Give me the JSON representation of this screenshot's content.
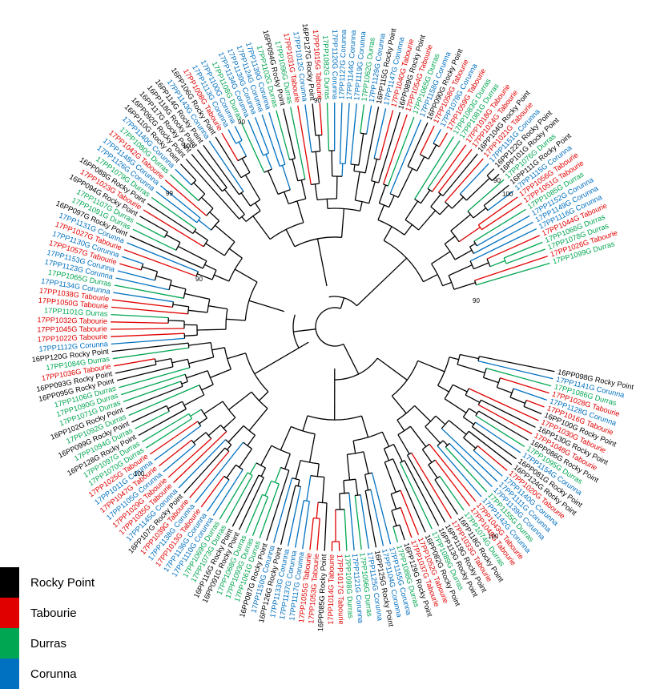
{
  "colors": {
    "rocky": "#000000",
    "tabourie": "#e10000",
    "durras": "#00a651",
    "corunna": "#0070c0"
  },
  "legend": [
    {
      "label": "Rocky Point",
      "key": "rocky"
    },
    {
      "label": "Tabourie",
      "key": "tabourie"
    },
    {
      "label": "Durras",
      "key": "durras"
    },
    {
      "label": "Corunna",
      "key": "corunna"
    }
  ],
  "bootstrap_labels": [
    {
      "text": "90",
      "id": "inner-left"
    },
    {
      "text": "90",
      "id": "right-clade"
    },
    {
      "text": "90",
      "id": "top-a"
    },
    {
      "text": "90",
      "id": "top-b"
    },
    {
      "text": "100",
      "id": "upper-left"
    },
    {
      "text": "99",
      "id": "left"
    },
    {
      "text": "90",
      "id": "upper-right-a"
    },
    {
      "text": "100",
      "id": "upper-right-b"
    },
    {
      "text": "100",
      "id": "lower-left"
    },
    {
      "text": "100",
      "id": "lower-right"
    }
  ],
  "leaves": [
    {
      "name": "17PP1099G Durras",
      "pop": "durras"
    },
    {
      "name": "17PP1026G Tabourie",
      "pop": "tabourie"
    },
    {
      "name": "17PP1078G Durras",
      "pop": "durras"
    },
    {
      "name": "17PP1066G Durras",
      "pop": "durras"
    },
    {
      "name": "17PP1044G Tabourie",
      "pop": "tabourie"
    },
    {
      "name": "17PP1116G Corunna",
      "pop": "corunna"
    },
    {
      "name": "17PP1149G Corunna",
      "pop": "corunna"
    },
    {
      "name": "17PP1152G Corunna",
      "pop": "corunna"
    },
    {
      "name": "17PP1085G Durras",
      "pop": "durras"
    },
    {
      "name": "17PP1051G Tabourie",
      "pop": "tabourie"
    },
    {
      "name": "17PP1056G Tabourie",
      "pop": "tabourie"
    },
    {
      "name": "17PP1115G Corunna",
      "pop": "corunna"
    },
    {
      "name": "16PP111G Rocky Point",
      "pop": "rocky"
    },
    {
      "name": "17PP1076G Durras",
      "pop": "durras"
    },
    {
      "name": "16PP101G Rocky Point",
      "pop": "rocky"
    },
    {
      "name": "16PP122G Rocky Point",
      "pop": "rocky"
    },
    {
      "name": "17PP1151G Corunna",
      "pop": "corunna"
    },
    {
      "name": "17PP1021G Tabourie",
      "pop": "tabourie"
    },
    {
      "name": "16PP104G Rocky Point",
      "pop": "rocky"
    },
    {
      "name": "17PP1024G Tabourie",
      "pop": "tabourie"
    },
    {
      "name": "17PP1018G Tabourie",
      "pop": "tabourie"
    },
    {
      "name": "17PP1081G Durras",
      "pop": "durras"
    },
    {
      "name": "17PP1083G Durras",
      "pop": "durras"
    },
    {
      "name": "17PP1059G Tabourie",
      "pop": "tabourie"
    },
    {
      "name": "17PP1078G Corunna",
      "pop": "corunna"
    },
    {
      "name": "17PP1058G Tabourie",
      "pop": "tabourie"
    },
    {
      "name": "16PP090G Rocky Point",
      "pop": "rocky"
    },
    {
      "name": "17PP1158G Corunna",
      "pop": "corunna"
    },
    {
      "name": "17PP1065G Durras",
      "pop": "durras"
    },
    {
      "name": "17PP1054G Tabourie",
      "pop": "tabourie"
    },
    {
      "name": "16PP089G Rocky Point",
      "pop": "rocky"
    },
    {
      "name": "17PP1040G Tabourie",
      "pop": "tabourie"
    },
    {
      "name": "17PP1147G Corunna",
      "pop": "corunna"
    },
    {
      "name": "16PP115G Rocky Point",
      "pop": "rocky"
    },
    {
      "name": "17PP1129G Corunna",
      "pop": "corunna"
    },
    {
      "name": "17PP1062G Durras",
      "pop": "durras"
    },
    {
      "name": "17PP1119G Corunna",
      "pop": "corunna"
    },
    {
      "name": "17PP1144G Corunna",
      "pop": "corunna"
    },
    {
      "name": "17PP1127G Corunna",
      "pop": "corunna"
    },
    {
      "name": "17PP1120G Corunna",
      "pop": "corunna"
    },
    {
      "name": "17PP1082G Durras",
      "pop": "durras"
    },
    {
      "name": "17PP1015G Tabourie",
      "pop": "tabourie"
    },
    {
      "name": "16PP127G Rocky Point",
      "pop": "rocky"
    },
    {
      "name": "17PP1012G Corunna",
      "pop": "corunna"
    },
    {
      "name": "17PP1031G Tabourie",
      "pop": "tabourie"
    },
    {
      "name": "17PP1096G Durras",
      "pop": "durras"
    },
    {
      "name": "16PP094G Rocky Point",
      "pop": "rocky"
    },
    {
      "name": "17PP1102G Durras",
      "pop": "durras"
    },
    {
      "name": "17PP1139G Corunna",
      "pop": "corunna"
    },
    {
      "name": "17PP1124G Corunna",
      "pop": "corunna"
    },
    {
      "name": "17PP1130G Corunna",
      "pop": "corunna"
    },
    {
      "name": "17PP1134G Corunna",
      "pop": "corunna"
    },
    {
      "name": "17PP1108G Durras",
      "pop": "durras"
    },
    {
      "name": "17PP1100G Corunna",
      "pop": "corunna"
    },
    {
      "name": "17PP1113G Corunna",
      "pop": "corunna"
    },
    {
      "name": "17PP1008G Tabourie",
      "pop": "tabourie"
    },
    {
      "name": "16PP106G Rocky Point",
      "pop": "rocky"
    },
    {
      "name": "17PP1143G Corunna",
      "pop": "corunna"
    },
    {
      "name": "16PP114G Rocky Point",
      "pop": "rocky"
    },
    {
      "name": "16PP118G Rocky Point",
      "pop": "rocky"
    },
    {
      "name": "16PP117G Rocky Point",
      "pop": "rocky"
    },
    {
      "name": "16PP092G Rocky Point",
      "pop": "rocky"
    },
    {
      "name": "16PP110G Rocky Point",
      "pop": "rocky"
    },
    {
      "name": "17PP1140G Corunna",
      "pop": "corunna"
    },
    {
      "name": "17PP1080G Durras",
      "pop": "durras"
    },
    {
      "name": "17PP1042G Tabourie",
      "pop": "tabourie"
    },
    {
      "name": "17PP1148G Corunna",
      "pop": "corunna"
    },
    {
      "name": "17PP1126G Corunna",
      "pop": "corunna"
    },
    {
      "name": "17PP1079G Durras",
      "pop": "durras"
    },
    {
      "name": "16PP088G Rocky Point",
      "pop": "rocky"
    },
    {
      "name": "17PP1023G Tabourie",
      "pop": "tabourie"
    },
    {
      "name": "16PP094G Rocky Point",
      "pop": "rocky"
    },
    {
      "name": "17PP1107G Durras",
      "pop": "durras"
    },
    {
      "name": "17PP1091G Durras",
      "pop": "durras"
    },
    {
      "name": "16PP097G Rocky Point",
      "pop": "rocky"
    },
    {
      "name": "17PP1131G Corunna",
      "pop": "corunna"
    },
    {
      "name": "17PP1027G Tabourie",
      "pop": "tabourie"
    },
    {
      "name": "17PP1130G Corunna",
      "pop": "corunna"
    },
    {
      "name": "17PP1057G Tabourie",
      "pop": "tabourie"
    },
    {
      "name": "17PP1153G Corunna",
      "pop": "corunna"
    },
    {
      "name": "17PP1123G Corunna",
      "pop": "corunna"
    },
    {
      "name": "17PP1065G Durras",
      "pop": "durras"
    },
    {
      "name": "17PP1134G Corunna",
      "pop": "corunna"
    },
    {
      "name": "17PP1038G Tabourie",
      "pop": "tabourie"
    },
    {
      "name": "17PP1050G Tabourie",
      "pop": "tabourie"
    },
    {
      "name": "17PP1101G Durras",
      "pop": "durras"
    },
    {
      "name": "17PP1032G Tabourie",
      "pop": "tabourie"
    },
    {
      "name": "17PP1045G Tabourie",
      "pop": "tabourie"
    },
    {
      "name": "17PP1022G Tabourie",
      "pop": "tabourie"
    },
    {
      "name": "17PP1112G Corunna",
      "pop": "corunna"
    },
    {
      "name": "16PP120G Rocky Point",
      "pop": "rocky"
    },
    {
      "name": "17PP1084G Durras",
      "pop": "durras"
    },
    {
      "name": "17PP1036G Tabourie",
      "pop": "tabourie"
    },
    {
      "name": "16PP093G Rocky Point",
      "pop": "rocky"
    },
    {
      "name": "16PP095G Rocky Point",
      "pop": "rocky"
    },
    {
      "name": "17PP1106G Durras",
      "pop": "durras"
    },
    {
      "name": "17PP1090G Durras",
      "pop": "durras"
    },
    {
      "name": "17PP1071G Durras",
      "pop": "durras"
    },
    {
      "name": "16PP102G Rocky Point",
      "pop": "rocky"
    },
    {
      "name": "17PP1092G Durras",
      "pop": "durras"
    },
    {
      "name": "16PP099G Rocky Point",
      "pop": "rocky"
    },
    {
      "name": "17PP1094G Durras",
      "pop": "durras"
    },
    {
      "name": "16PP128G Rocky Point",
      "pop": "rocky"
    },
    {
      "name": "17PP1097G Durras",
      "pop": "durras"
    },
    {
      "name": "17PP1070G Durras",
      "pop": "durras"
    },
    {
      "name": "17PP1025G Tabourie",
      "pop": "tabourie"
    },
    {
      "name": "17PP1011G Corunna",
      "pop": "corunna"
    },
    {
      "name": "17PP1047G Tabourie",
      "pop": "tabourie"
    },
    {
      "name": "17PP1105G Corunna",
      "pop": "corunna"
    },
    {
      "name": "17PP1029G Tabourie",
      "pop": "tabourie"
    },
    {
      "name": "17PP1035G Tabourie",
      "pop": "tabourie"
    },
    {
      "name": "17PP1145G Corunna",
      "pop": "corunna"
    },
    {
      "name": "16PP107G Rocky Point",
      "pop": "rocky"
    },
    {
      "name": "17PP1039G Tabourie",
      "pop": "tabourie"
    },
    {
      "name": "17PP1138G Corunna",
      "pop": "corunna"
    },
    {
      "name": "17PP1013G Tabourie",
      "pop": "tabourie"
    },
    {
      "name": "17PP1136G Corunna",
      "pop": "corunna"
    },
    {
      "name": "17PP1110G Corunna",
      "pop": "corunna"
    },
    {
      "name": "17PP1069G Durras",
      "pop": "durras"
    },
    {
      "name": "17PP1073G Durras",
      "pop": "durras"
    },
    {
      "name": "16PP116G Rocky Point",
      "pop": "rocky"
    },
    {
      "name": "16PP091G Rocky Point",
      "pop": "rocky"
    },
    {
      "name": "17PP1068G Durras",
      "pop": "durras"
    },
    {
      "name": "17PP1093G Durras",
      "pop": "durras"
    },
    {
      "name": "17PP1061G Durras",
      "pop": "durras"
    },
    {
      "name": "16PP087G Rocky Point",
      "pop": "rocky"
    },
    {
      "name": "17PP1150G Corunna",
      "pop": "corunna"
    },
    {
      "name": "16PP126G Rocky Point",
      "pop": "rocky"
    },
    {
      "name": "17PP1133G Corunna",
      "pop": "corunna"
    },
    {
      "name": "17PP1137G Corunna",
      "pop": "corunna"
    },
    {
      "name": "17PP1117G Corunna",
      "pop": "corunna"
    },
    {
      "name": "17PP1055G Tabourie",
      "pop": "tabourie"
    },
    {
      "name": "17PP1053G Tabourie",
      "pop": "tabourie"
    },
    {
      "name": "16PP085G Rocky Point",
      "pop": "rocky"
    },
    {
      "name": "17PP1014G Tabourie",
      "pop": "tabourie"
    },
    {
      "name": "17PP1017G Tabourie",
      "pop": "tabourie"
    },
    {
      "name": "17PP1098G Durras",
      "pop": "durras"
    },
    {
      "name": "17PP1121G Corunna",
      "pop": "corunna"
    },
    {
      "name": "17PP1096G Durras",
      "pop": "durras"
    },
    {
      "name": "17PP1125G Corunna",
      "pop": "corunna"
    },
    {
      "name": "16PP125G Rocky Point",
      "pop": "rocky"
    },
    {
      "name": "17PP1104G Corunna",
      "pop": "corunna"
    },
    {
      "name": "17PP1155G Corunna",
      "pop": "corunna"
    },
    {
      "name": "17PP1088G Durras",
      "pop": "durras"
    },
    {
      "name": "16PP129G Rocky Point",
      "pop": "rocky"
    },
    {
      "name": "17PP1037G Tabourie",
      "pop": "tabourie"
    },
    {
      "name": "17PP1052G Tabourie",
      "pop": "tabourie"
    },
    {
      "name": "16PP082G Rocky Point",
      "pop": "rocky"
    },
    {
      "name": "17PP1089G Durras",
      "pop": "durras"
    },
    {
      "name": "16PP113G Rocky Point",
      "pop": "rocky"
    },
    {
      "name": "16PP119G Rocky Point",
      "pop": "rocky"
    },
    {
      "name": "17PP1033G Tabourie",
      "pop": "tabourie"
    },
    {
      "name": "16PP118G Rocky Point",
      "pop": "rocky"
    },
    {
      "name": "17PP1074G Durras",
      "pop": "durras"
    },
    {
      "name": "17PP1049G Tabourie",
      "pop": "tabourie"
    },
    {
      "name": "17PP1043G Tabourie",
      "pop": "tabourie"
    },
    {
      "name": "17PP1142G Corunna",
      "pop": "corunna"
    },
    {
      "name": "17PP1155G Durras",
      "pop": "durras"
    },
    {
      "name": "17PP1139G Corunna",
      "pop": "corunna"
    },
    {
      "name": "17PP1111G Corunna",
      "pop": "corunna"
    },
    {
      "name": "17PP1140G Corunna",
      "pop": "corunna"
    },
    {
      "name": "17PP1020G Tabourie",
      "pop": "tabourie"
    },
    {
      "name": "16PP124G Rocky Point",
      "pop": "rocky"
    },
    {
      "name": "16PP081G Rocky Point",
      "pop": "rocky"
    },
    {
      "name": "17PP1154G Corunna",
      "pop": "corunna"
    },
    {
      "name": "17PP1095G Durras",
      "pop": "durras"
    },
    {
      "name": "16PP086G Rocky Point",
      "pop": "rocky"
    },
    {
      "name": "17PP1048G Tabourie",
      "pop": "tabourie"
    },
    {
      "name": "16PP130G Rocky Point",
      "pop": "rocky"
    },
    {
      "name": "17PP1030G Tabourie",
      "pop": "tabourie"
    },
    {
      "name": "16PP100G Rocky Point",
      "pop": "rocky"
    },
    {
      "name": "17PP1016G Tabourie",
      "pop": "tabourie"
    },
    {
      "name": "17PP1128G Corunna",
      "pop": "corunna"
    },
    {
      "name": "17PP1028G Tabourie",
      "pop": "tabourie"
    },
    {
      "name": "17PP1086G Durras",
      "pop": "durras"
    },
    {
      "name": "17PP1141G Corunna",
      "pop": "corunna"
    },
    {
      "name": "16PP098G Rocky Point",
      "pop": "rocky"
    }
  ]
}
